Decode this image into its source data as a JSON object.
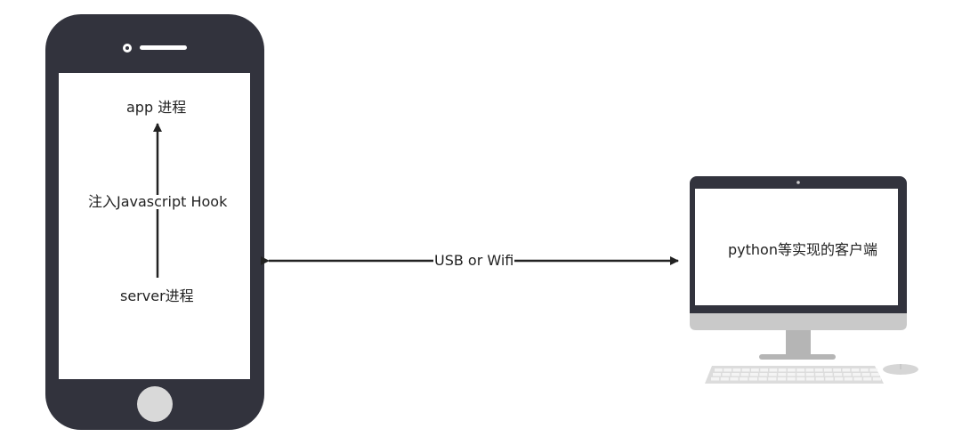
{
  "phone": {
    "app_process_label": "app 进程",
    "inject_hook_label": "注入Javascript Hook",
    "server_process_label": "server进程"
  },
  "connection": {
    "label": "USB or Wifi"
  },
  "computer": {
    "client_label": "python等实现的客户端"
  }
}
